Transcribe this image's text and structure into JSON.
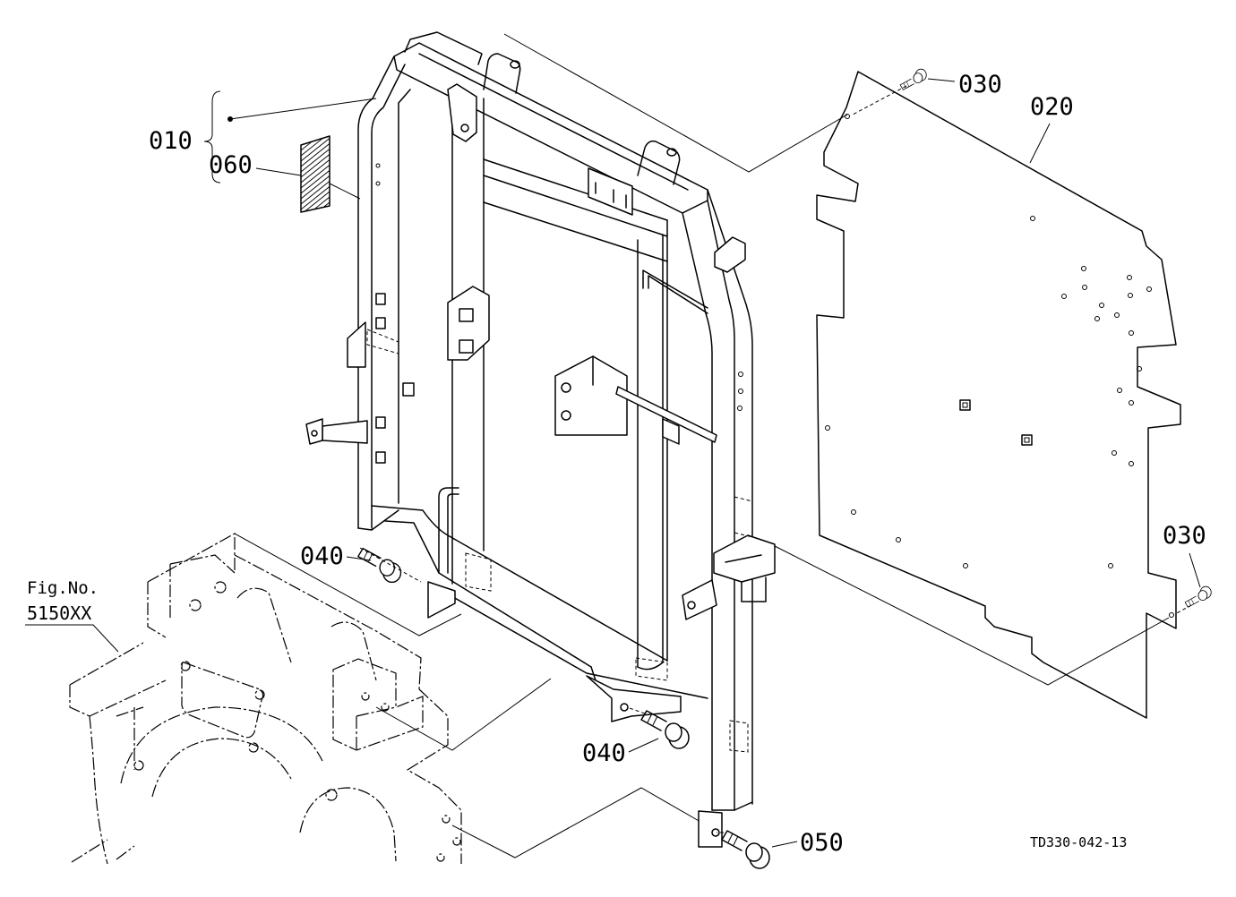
{
  "callouts": {
    "part_010": "010",
    "part_060": "060",
    "part_020": "020",
    "part_030_upper": "030",
    "part_030_lower": "030",
    "part_040_upper": "040",
    "part_040_lower": "040",
    "part_050": "050"
  },
  "figure_reference": {
    "label": "Fig.No.",
    "number": "5150XX"
  },
  "drawing_code": "TD330-042-13"
}
